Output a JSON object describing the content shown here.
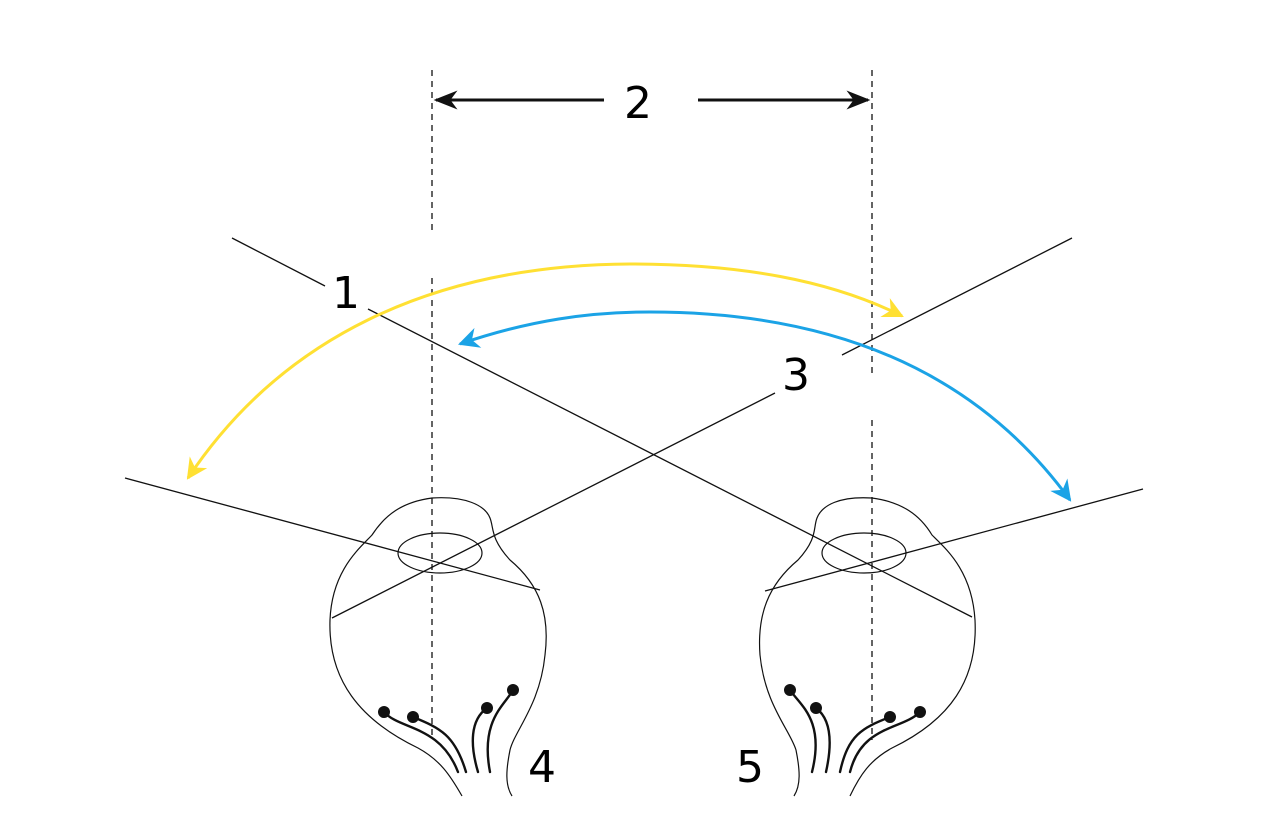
{
  "labels": {
    "l1": "1",
    "l2": "2",
    "l3": "3",
    "l4": "4",
    "l5": "5"
  },
  "colors": {
    "yellow_arrow": "#FFE033",
    "blue_arrow": "#1BA3E6",
    "line": "#111111"
  }
}
